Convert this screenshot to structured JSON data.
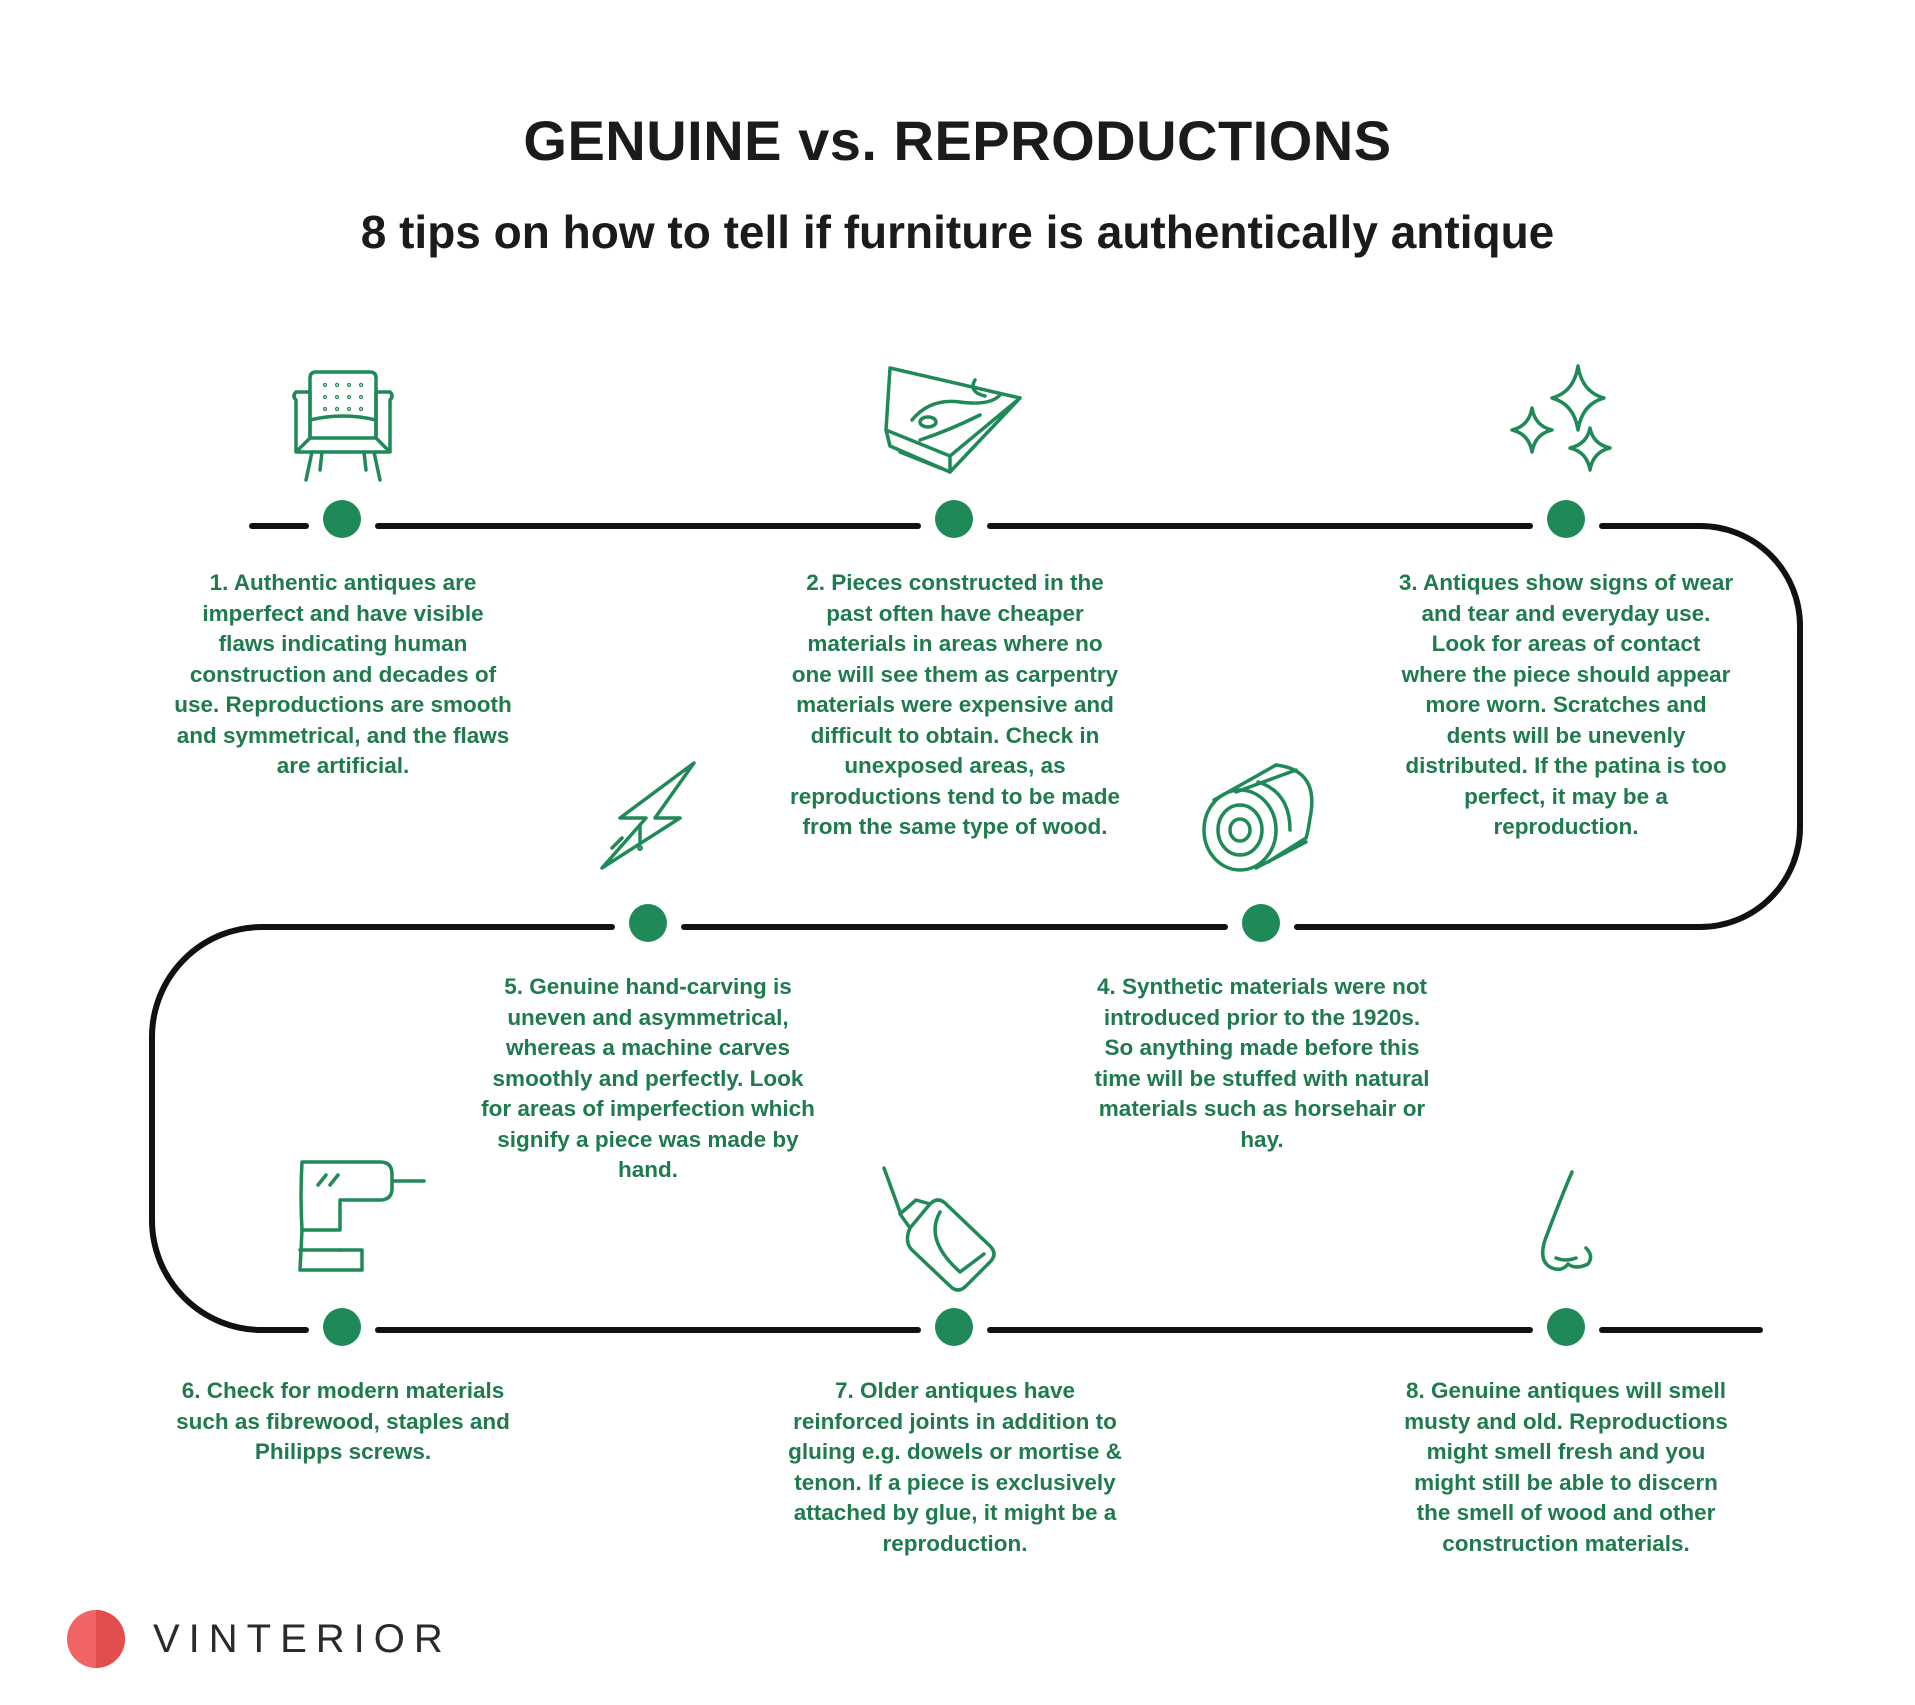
{
  "header": {
    "title": "GENUINE vs. REPRODUCTIONS",
    "subtitle": "8 tips on how to tell if furniture is authentically antique"
  },
  "colors": {
    "accent": "#1f8a57",
    "text": "#1f7a4d",
    "path": "#111111",
    "logo": "#f06464"
  },
  "tips": [
    {
      "number": 1,
      "icon": "armchair-icon",
      "text": "1. Authentic antiques are imperfect and have visible flaws indicating human construction and decades of use. Reproductions are smooth and symmetrical, and the flaws are artificial."
    },
    {
      "number": 2,
      "icon": "wood-plank-icon",
      "text": "2. Pieces constructed in the past often have cheaper materials in areas where no one will see them as carpentry materials were expensive and difficult to obtain. Check in unexposed areas, as reproductions tend to be made from the same type of wood."
    },
    {
      "number": 3,
      "icon": "sparkles-icon",
      "text": "3. Antiques show signs of wear and tear and everyday use. Look for areas of contact where the piece should appear more worn. Scratches and dents will be unevenly distributed. If the patina is too perfect, it may be a reproduction."
    },
    {
      "number": 4,
      "icon": "hay-bale-icon",
      "text": "4. Synthetic materials were not introduced prior to the 1920s. So anything made before this time will be stuffed with natural materials such as horsehair or hay."
    },
    {
      "number": 5,
      "icon": "carving-icon",
      "text": "5. Genuine hand-carving is uneven and asymmetrical, whereas a machine carves smoothly and perfectly. Look for areas of imperfection which signify a piece was made by hand."
    },
    {
      "number": 6,
      "icon": "drill-icon",
      "text": "6. Check for modern materials such as fibrewood, staples and Philipps screws."
    },
    {
      "number": 7,
      "icon": "glue-bottle-icon",
      "text": "7. Older antiques have reinforced joints in addition to gluing e.g. dowels or mortise & tenon. If a piece is exclusively attached by glue, it might be a reproduction."
    },
    {
      "number": 8,
      "icon": "nose-icon",
      "text": "8. Genuine antiques will smell musty and old. Reproductions might smell fresh and you might still be able to discern the smell of wood and other construction materials."
    }
  ],
  "brand": {
    "name": "VINTERIOR",
    "logo_icon": "vinterior-logo-icon"
  }
}
